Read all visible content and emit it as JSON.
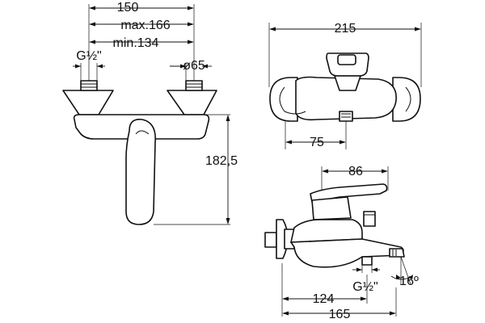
{
  "front_view": {
    "width_label": "150",
    "max_label": "max.166",
    "min_label": "min.134",
    "thread_label": "G½\"",
    "diameter_label": "ø65",
    "height_label": "182,5"
  },
  "top_view": {
    "width_label": "215",
    "offset_label": "75"
  },
  "side_view": {
    "lever_label": "86",
    "thread_label": "G½\"",
    "angle_label": "16º",
    "spout_label": "124",
    "total_label": "165"
  }
}
